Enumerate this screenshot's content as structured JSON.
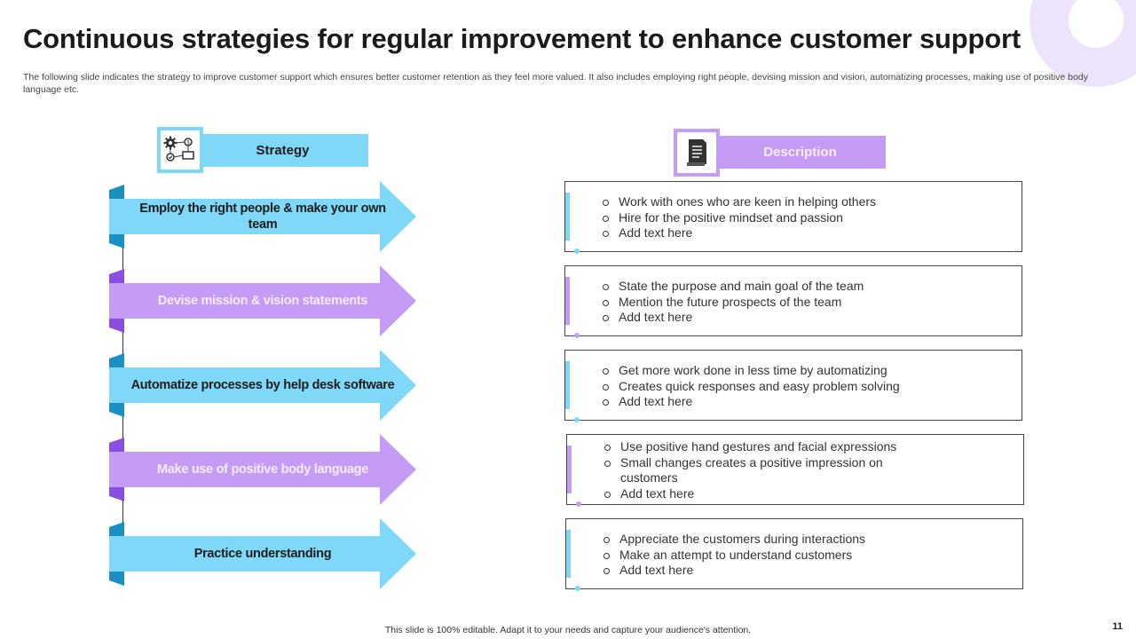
{
  "title": "Continuous strategies for regular improvement to enhance customer support",
  "subtitle": "The following slide indicates the strategy to improve customer support which ensures better customer retention as they feel more valued. It also includes employing right people, devising mission and vision, automatizing processes, making use of positive body language etc.",
  "headers": {
    "strategy": {
      "label": "Strategy",
      "icon": "process-gears-icon"
    },
    "description": {
      "label": "Description",
      "icon": "document-icon"
    }
  },
  "colors": {
    "blue": "#7fd8f8",
    "blue_dark": "#1a8fc2",
    "purple": "#c49cf6",
    "purple_dark": "#8a4fe0",
    "deco": "#ede3fb"
  },
  "strategies": [
    {
      "label": "Employ the right people & make your own team",
      "color": "blue",
      "points": [
        "Work with ones who are keen in helping others",
        "Hire for the positive mindset and passion",
        "Add text here"
      ]
    },
    {
      "label": "Devise mission & vision statements",
      "color": "purple",
      "points": [
        "State the purpose and main goal of the team",
        "Mention the future prospects of the team",
        "Add text here"
      ]
    },
    {
      "label": "Automatize processes by help desk software",
      "color": "blue",
      "points": [
        "Get more work done in less time by automatizing",
        "Creates quick responses and easy problem solving",
        "Add text here"
      ]
    },
    {
      "label": "Make use of positive body language",
      "color": "purple",
      "points": [
        "Use positive hand gestures and facial expressions",
        "Small changes creates a positive impression on customers",
        "Add text here"
      ]
    },
    {
      "label": "Practice understanding",
      "color": "blue",
      "points": [
        "Appreciate the customers during interactions",
        "Make an attempt to understand customers",
        "Add text here"
      ]
    }
  ],
  "footer": "This slide is 100% editable. Adapt it to your needs and capture your audience's attention.",
  "page_number": "11"
}
